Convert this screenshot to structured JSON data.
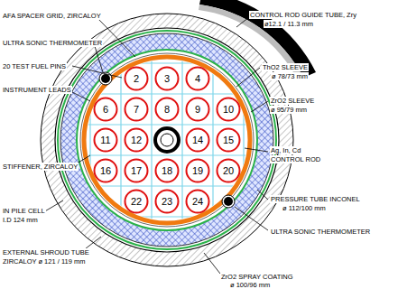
{
  "diagram": {
    "nodes": [
      {
        "text": [
          "2"
        ]
      },
      {
        "text": [
          "3"
        ]
      },
      {
        "text": [
          "4"
        ]
      },
      {
        "text": [
          "6"
        ]
      },
      {
        "text": [
          "7"
        ]
      },
      {
        "text": [
          "8"
        ]
      },
      {
        "text": [
          "9"
        ]
      },
      {
        "text": [
          "10"
        ]
      },
      {
        "text": [
          "11"
        ]
      },
      {
        "text": [
          "12"
        ]
      },
      {
        "text": [
          "14"
        ]
      },
      {
        "text": [
          "15"
        ]
      },
      {
        "text": [
          "16"
        ]
      },
      {
        "text": [
          "17"
        ]
      },
      {
        "text": [
          "18"
        ]
      },
      {
        "text": [
          "19"
        ]
      },
      {
        "text": [
          "20"
        ]
      },
      {
        "text": [
          "22"
        ]
      },
      {
        "text": [
          "23"
        ]
      },
      {
        "text": [
          "24"
        ]
      }
    ],
    "labels": [
      "AFA SPACER GRID, ZIRCALOY",
      "ULTRA SONIC THERMOMETER",
      "20 TEST FUEL PINS",
      "INSTRUMENT LEADS",
      "STIFFENER, ZIRCALOY",
      "IN PILE CELL",
      "I.D 124 mm",
      "EXTERNAL SHROUD TUBE",
      "ZIRCALOY ø 121 / 119 mm",
      "CONTROL ROD GUIDE TUBE, Zry",
      "ø12.1 / 11.3 mm",
      "ThO2 SLEEVE",
      "ø 78/73 mm",
      "ZrO2 SLEEVE",
      "ø 95/79 mm",
      "Ag, In, Cd",
      "CONTROL ROD",
      "PRESSURE TUBE INCONEL",
      "ø 112/100 mm",
      "ULTRA SONIC THERMOMETER",
      "ZrO2 SPRAY COATING",
      "ø 100/96 mm"
    ]
  }
}
